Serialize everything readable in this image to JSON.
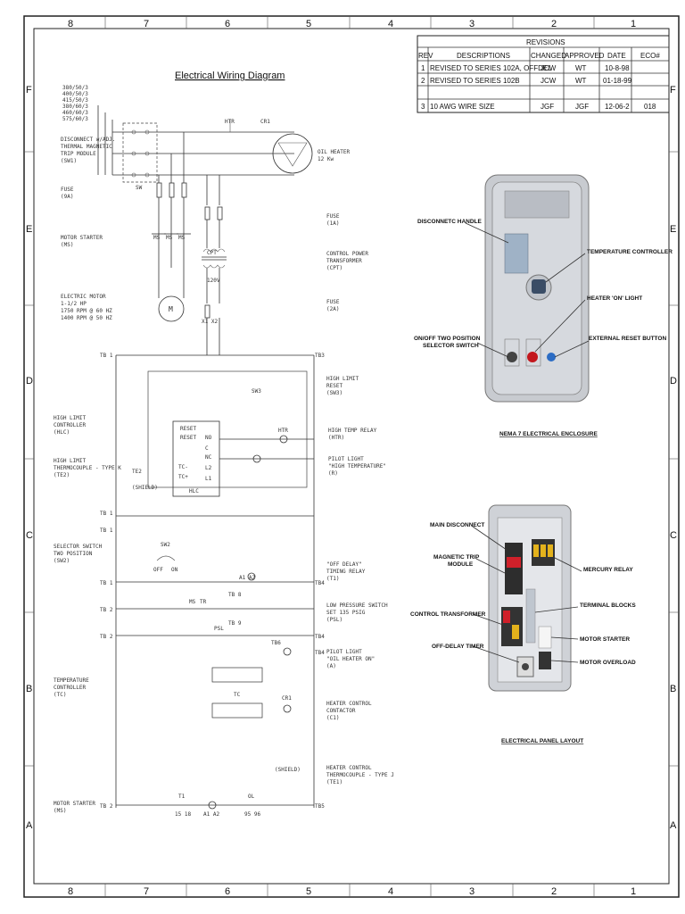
{
  "title": "Electrical Wiring Diagram",
  "zones_top": [
    "8",
    "7",
    "6",
    "5",
    "4",
    "3",
    "2",
    "1"
  ],
  "zones_side": [
    "F",
    "E",
    "D",
    "C",
    "B",
    "A"
  ],
  "revisions": {
    "header": "REVISIONS",
    "columns": [
      "REV",
      "DESCRIPTIONS",
      "CHANGED",
      "APPROVED",
      "DATE",
      "ECO#"
    ],
    "rows": [
      [
        "1",
        "REVISED TO SERIES 102A, OFFDEL",
        "JCW",
        "WT",
        "10-8-98",
        ""
      ],
      [
        "2",
        "REVISED TO SERIES 102B",
        "JCW",
        "WT",
        "01-18-99",
        ""
      ],
      [
        "3",
        "10 AWG WIRE SIZE",
        "JGF",
        "JGF",
        "12-06-2",
        "018"
      ]
    ]
  },
  "enclosure": {
    "caption": "NEMA 7 ELECTRICAL ENCLOSURE",
    "callouts": {
      "disconnect": "DISCONNETC HANDLE",
      "temp_controller": "TEMPERATURE CONTROLLER",
      "heater_light": "HEATER 'ON' LIGHT",
      "selector_l1": "ON/OFF TWO POSITION",
      "selector_l2": "SELECTOR SWITCH",
      "reset": "EXTERNAL RESET BUTTON"
    }
  },
  "panel": {
    "caption": "ELECTRICAL PANEL LAYOUT",
    "callouts": {
      "main_disconnect": "MAIN DISCONNECT",
      "mag_trip_l1": "MAGNETIC TRIP",
      "mag_trip_l2": "MODULE",
      "mercury_relay": "MERCURY RELAY",
      "terminal_blocks": "TERMINAL BLOCKS",
      "control_transformer": "CONTROL TRANSFORMER",
      "motor_starter": "MOTOR STARTER",
      "off_delay": "OFF-DELAY TIMER",
      "motor_overload": "MOTOR OVERLOAD"
    }
  },
  "labels": {
    "voltages": [
      "380/50/3",
      "400/50/3",
      "415/50/3",
      "380/60/3",
      "460/60/3",
      "575/60/3"
    ],
    "disconnect": [
      "DISCONNECT w/ADJ.",
      "THERMAL MAGNETIC",
      "TRIP MODULE",
      "(SW1)"
    ],
    "fuse_9a": [
      "FUSE",
      "(9A)"
    ],
    "motor_starter": [
      "MOTOR STARTER",
      "(MS)"
    ],
    "electric_motor": [
      "ELECTRIC MOTOR",
      "1-1/2 HP",
      "1750 RPM @ 60 HZ",
      "1400 RPM @ 50 HZ"
    ],
    "oil_heater": [
      "OIL HEATER",
      "12 Kw"
    ],
    "fuse_1a": [
      "FUSE",
      "(1A)"
    ],
    "cpt": [
      "CONTROL POWER",
      "TRANSFORMER",
      "(CPT)"
    ],
    "fuse_2a": [
      "FUSE",
      "(2A)"
    ],
    "hl_reset": [
      "HIGH LIMIT",
      "RESET",
      "(SW3)"
    ],
    "hl_controller": [
      "HIGH LIMIT",
      "CONTROLLER",
      "(HLC)"
    ],
    "high_temp_relay": [
      "HIGH TEMP RELAY",
      "(HTR)"
    ],
    "hl_thermocouple": [
      "HIGH LIMIT",
      "THERMOCOUPLE - TYPE K",
      "(TE2)"
    ],
    "pilot_high": [
      "PILOT LIGHT",
      "\"HIGH TEMPERATURE\"",
      "(R)"
    ],
    "selector": [
      "SELECTOR SWITCH",
      "TWO POSITION",
      "(SW2)"
    ],
    "off_delay": [
      "\"OFF DELAY\"",
      "TIMING RELAY",
      "(T1)"
    ],
    "low_pressure": [
      "LOW PRESSURE SWITCH",
      "SET 135 PSIG",
      "(PSL)"
    ],
    "pilot_oil": [
      "PILOT LIGHT",
      "\"OIL HEATER ON\"",
      "(A)"
    ],
    "temp_controller": [
      "TEMPERATURE",
      "CONTROLLER",
      "(TC)"
    ],
    "heater_contactor": [
      "HEATER CONTROL",
      "CONTACTOR",
      "(C1)"
    ],
    "heater_tc": [
      "HEATER CONTROL",
      "THERMOCOUPLE - TYPE J",
      "(TE1)"
    ],
    "motor_starter_bottom": [
      "MOTOR STARTER",
      "(MS)"
    ]
  },
  "terms": {
    "htr": "HTR",
    "cr1": "CR1",
    "sw": "SW",
    "cpt": "CPT",
    "v120": "120V",
    "x1x2": "X1  X2",
    "tb1": "TB 1",
    "tb2": "TB 2",
    "tb3": "TB3",
    "tb4": "TB4",
    "tb5": "TB5",
    "sw3": "SW3",
    "reset": "RESET",
    "no": "NO",
    "c": "C",
    "nc": "NC",
    "l2": "L2",
    "l1": "L1",
    "tcp": "TC+",
    "tcm": "TC-",
    "hlc": "HLC",
    "te2": "TE2",
    "shield": "(SHIELD)",
    "sw2": "SW2",
    "off": "OFF",
    "on": "ON",
    "a1a2": "A1  A2",
    "ms": "MS",
    "tr": "TR",
    "psl": "PSL",
    "tb8": "TB 8",
    "tb9": "TB 9",
    "tb6": "TB6",
    "tc": "TC",
    "cr1b": "CR1",
    "shield_et": "(SHIELD)",
    "t1": "T1",
    "ol": "OL",
    "m": "M",
    "t1518": "15 18",
    "a1a2b": "A1  A2",
    "n9596": "95 96"
  }
}
